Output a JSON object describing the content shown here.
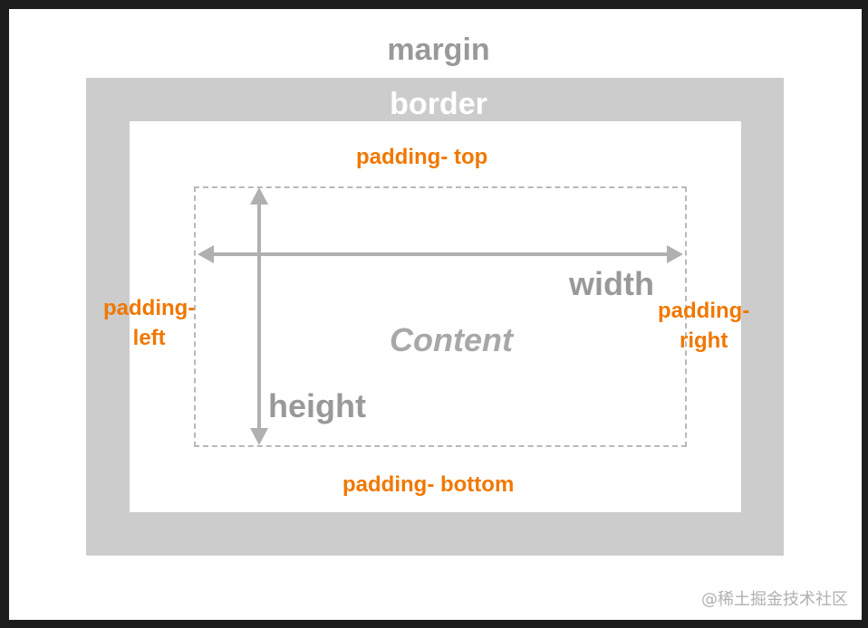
{
  "diagram": {
    "margin_label": "margin",
    "border_label": "border",
    "padding_top_label": "padding- top",
    "padding_bottom_label": "padding- bottom",
    "padding_left_line1": "padding-",
    "padding_left_line2": "left",
    "padding_right_line1": "padding-",
    "padding_right_line2": "right",
    "width_label": "width",
    "height_label": "height",
    "content_label": "Content"
  },
  "watermark": "@稀土掘金技术社区",
  "colors": {
    "background": "#1d1d1d",
    "canvas": "#ffffff",
    "border_band": "#cccccc",
    "gray_text": "#999999",
    "orange_text": "#f07800",
    "arrow": "#b0b0b0"
  }
}
